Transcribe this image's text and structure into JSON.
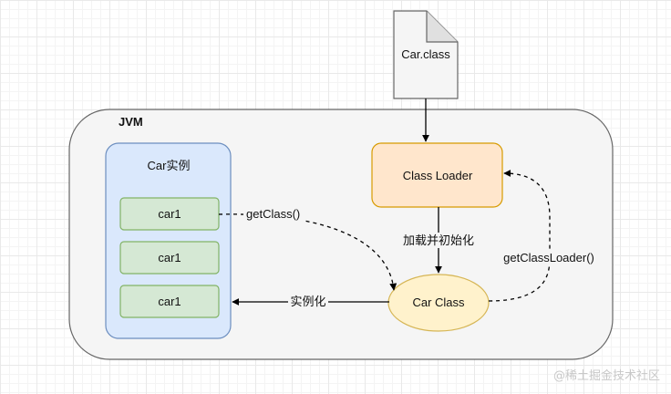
{
  "file_node": {
    "label": "Car.class"
  },
  "jvm": {
    "label": "JVM"
  },
  "instances_group": {
    "title": "Car实例",
    "items": [
      "car1",
      "car1",
      "car1"
    ]
  },
  "class_loader": {
    "label": "Class Loader"
  },
  "car_class": {
    "label": "Car Class"
  },
  "edges": {
    "load_init": "加载并初始化",
    "get_class": "getClass()",
    "get_class_loader": "getClassLoader()",
    "instantiate": "实例化"
  },
  "watermark": "@稀土掘金技术社区",
  "colors": {
    "jvm_fill": "#f5f5f5",
    "jvm_stroke": "#666666",
    "group_fill": "#dae8fc",
    "group_stroke": "#6c8ebf",
    "item_fill": "#d5e8d4",
    "item_stroke": "#82b366",
    "loader_fill": "#ffe6cc",
    "loader_stroke": "#d79b00",
    "class_fill": "#fff2cc",
    "class_stroke": "#d6b656"
  }
}
